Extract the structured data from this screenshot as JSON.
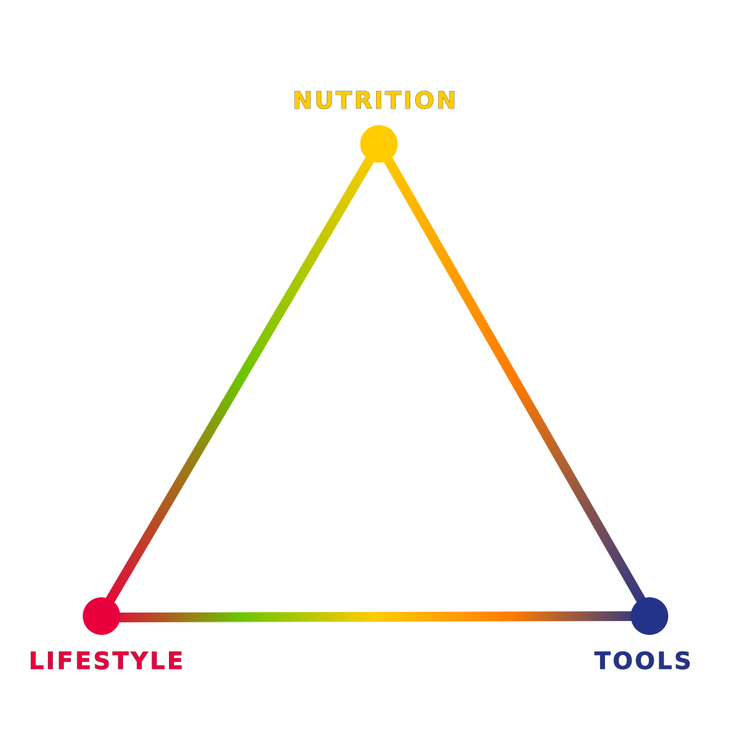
{
  "diagram": {
    "nodes": {
      "nutrition": {
        "label": "NUTRITION",
        "color": "#FFCC00"
      },
      "lifestyle": {
        "label": "LIFESTYLE",
        "color": "#E8003D"
      },
      "tools": {
        "label": "TOOLS",
        "color": "#24338A"
      }
    },
    "gradient_stops": {
      "red": "#E8003D",
      "green": "#6CC400",
      "yellow": "#FFCC00",
      "orange": "#FF7A00",
      "navy": "#24338A"
    }
  }
}
